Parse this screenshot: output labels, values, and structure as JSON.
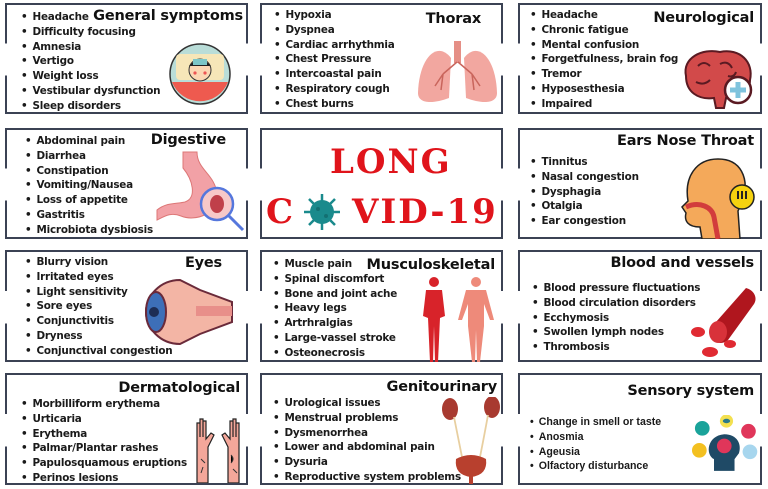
{
  "center": {
    "line1": "LONG",
    "line2_left": "C",
    "line2_right": "VID-19",
    "virus_color": "#1a8a8c",
    "text_color": "#e0141b"
  },
  "boxes": {
    "general": {
      "title": "General symptoms",
      "items": [
        "Headache",
        "Difficulty focusing",
        "Amnesia",
        "Vertigo",
        "Weight loss",
        "Vestibular dysfunction",
        "Sleep disorders"
      ],
      "icon": "sick-person-in-bed-icon"
    },
    "thorax": {
      "title": "Thorax",
      "items": [
        "Hypoxia",
        "Dyspnea",
        "Cardiac arrhythmia",
        "Chest Pressure",
        "Intercoastal pain",
        "Respiratory cough",
        "Chest burns"
      ],
      "icon": "lungs-icon"
    },
    "neuro": {
      "title": "Neurological",
      "items": [
        "Headache",
        "Chronic fatigue",
        "Mental confusion",
        "Forgetfulness, brain fog",
        "Tremor",
        "Hyposesthesia",
        "Impaired"
      ],
      "icon": "brain-icon"
    },
    "digestive": {
      "title": "Digestive",
      "items": [
        "Abdominal pain",
        "Diarrhea",
        "Constipation",
        "Vomiting/Nausea",
        "Loss of appetite",
        "Gastritis",
        "Microbiota dysbiosis"
      ],
      "icon": "stomach-icon"
    },
    "ent": {
      "title": "Ears Nose Throat",
      "items": [
        "Tinnitus",
        "Nasal congestion",
        "Dysphagia",
        "Otalgia",
        "Ear congestion"
      ],
      "icon": "head-throat-icon"
    },
    "eyes": {
      "title": "Eyes",
      "items": [
        "Blurry vision",
        "Irritated eyes",
        "Light sensitivity",
        "Sore eyes",
        "Conjunctivitis",
        "Dryness",
        "Conjunctival congestion"
      ],
      "icon": "eyeball-icon"
    },
    "musculo": {
      "title": "Musculoskeletal",
      "items": [
        "Muscle pain",
        "Spinal discomfort",
        "Bone and joint ache",
        "Heavy legs",
        "Artrhralgias",
        "Large-vassel stroke",
        "Osteonecrosis"
      ],
      "icon": "muscle-body-icon"
    },
    "blood": {
      "title": "Blood and vessels",
      "items": [
        "Blood pressure fluctuations",
        "Blood circulation disorders",
        "Ecchymosis",
        "Swollen lymph nodes",
        "Thrombosis"
      ],
      "icon": "blood-vessel-icon"
    },
    "derm": {
      "title": "Dermatological",
      "items": [
        "Morbilliform erythema",
        "Urticaria",
        "Erythema",
        "Palmar/Plantar rashes",
        "Papulosquamous eruptions",
        "Perinos lesions"
      ],
      "icon": "hands-rash-icon"
    },
    "genito": {
      "title": "Genitourinary",
      "items": [
        "Urological issues",
        "Menstrual problems",
        "Dysmenorrhea",
        "Lower and abdominal pain",
        "Dysuria",
        "Reproductive system problems"
      ],
      "icon": "kidneys-bladder-icon"
    },
    "sensory": {
      "title": "Sensory system",
      "items": [
        "Change in smell or taste",
        "Anosmia",
        "Ageusia",
        "Olfactory disturbance"
      ],
      "icon": "senses-head-icon"
    }
  }
}
